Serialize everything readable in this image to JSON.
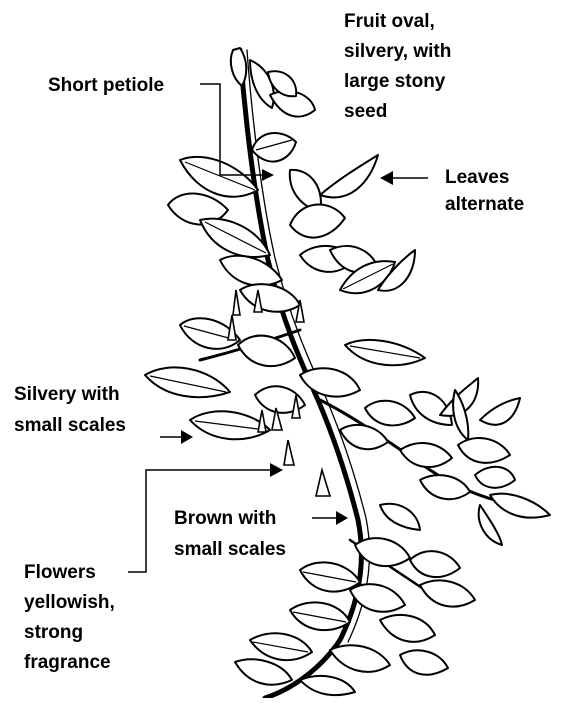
{
  "labels": {
    "fruit": [
      "Fruit oval,",
      "silvery, with",
      "large stony",
      "seed"
    ],
    "petiole": [
      "Short petiole"
    ],
    "leaves": [
      "Leaves",
      "alternate"
    ],
    "silvery": [
      "Silvery with",
      "small scales"
    ],
    "brown": [
      "Brown with",
      "small scales"
    ],
    "flowers": [
      "Flowers",
      "yellowish,",
      "strong",
      "fragrance"
    ]
  }
}
